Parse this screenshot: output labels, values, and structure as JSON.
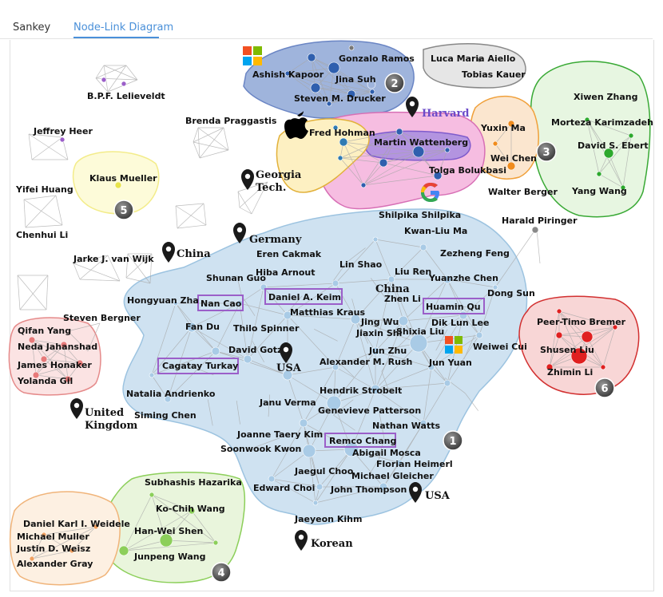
{
  "tabs": [
    {
      "label": "Sankey",
      "active": false
    },
    {
      "label": "Node-Link Diagram",
      "active": true
    }
  ],
  "colors": {
    "tab_active": "#4a90d9",
    "cluster_1": "#cfe2f1",
    "cluster_2": "#9fb4dc",
    "cluster_3": "#fbe6cf",
    "cluster_6": "#f8d6d6",
    "harvard": "#f6bde1",
    "purple_highlight": "#9b5fc9"
  },
  "clusters": [
    {
      "id": "main",
      "badge": "1",
      "color": "#cfe2f1",
      "stroke": "#9cc3e0"
    },
    {
      "id": "microsoft-research",
      "badge": "2",
      "color": "#9fb4dc",
      "stroke": "#6a85c4"
    },
    {
      "id": "xiwen-group",
      "badge": "3",
      "color": "#e7f6e1",
      "stroke": "#39a935"
    },
    {
      "id": "subhashis-group",
      "badge": "4",
      "color": "#e9f5dc",
      "stroke": "#8ccf5a"
    },
    {
      "id": "klaus-group",
      "badge": "5",
      "color": "#fdfbd9",
      "stroke": "#f3ec8a"
    },
    {
      "id": "peer-group",
      "badge": "6",
      "color": "#f8d6d6",
      "stroke": "#d23030"
    }
  ],
  "people": [
    "Gonzalo Ramos",
    "Ashish Kapoor",
    "Jina Suh",
    "Steven M. Drucker",
    "Luca Maria Aiello",
    "Tobias Kauer",
    "B.P.F. Lelieveldt",
    "Xiwen Zhang",
    "Morteza Karimzadeh",
    "David S. Ebert",
    "Yang Wang",
    "Yuxin Ma",
    "Wei Chen",
    "Brenda Praggastis",
    "Fred Hohman",
    "Martin Wattenberg",
    "Tolga Bolukbasi",
    "Jeffrey Heer",
    "Klaus Mueller",
    "Yifei Huang",
    "Chenhui Li",
    "Walter Berger",
    "Harald Piringer",
    "Shilpika Shilpika",
    "Kwan-Liu Ma",
    "Zezheng Feng",
    "Jarke J. van Wijk",
    "Eren Cakmak",
    "Lin Shao",
    "Liu Ren",
    "Yuanzhe Chen",
    "Shunan Guo",
    "Hiba Arnout",
    "Dong Sun",
    "Hongyuan Zha",
    "Nan Cao",
    "Daniel A. Keim",
    "Zhen Li",
    "Huamin Qu",
    "Matthias Kraus",
    "Dik Lun Lee",
    "Steven Bergner",
    "Fan Du",
    "Thilo Spinner",
    "Jing Wu",
    "Jiaxin Shi",
    "Shixia Liu",
    "Weiwei Cui",
    "Peer-Timo Bremer",
    "Qifan Yang",
    "David Gotz",
    "Jun Zhu",
    "Shusen Liu",
    "Neda Jahanshad",
    "Alexander M. Rush",
    "Jun Yuan",
    "Zhimin Li",
    "James Honaker",
    "Cagatay Turkay",
    "Yolanda Gil",
    "Hendrik Strobelt",
    "Natalia Andrienko",
    "Janu Verma",
    "Genevieve Patterson",
    "Siming Chen",
    "Nathan Watts",
    "Joanne Taery Kim",
    "Remco Chang",
    "Soonwook Kwon",
    "Abigail Mosca",
    "Florian Heimerl",
    "Jaegul Choo",
    "Michael Gleicher",
    "Subhashis Hazarika",
    "Edward Choi",
    "John Thompson",
    "Ko-Chih Wang",
    "Daniel Karl I. Weidele",
    "Han-Wei Shen",
    "Michael Muller",
    "Justin D. Weisz",
    "Jaeyeon Kihm",
    "Alexander Gray",
    "Junpeng Wang"
  ],
  "highlighted_people": [
    "Nan Cao",
    "Daniel A. Keim",
    "Huamin Qu",
    "Cagatay Turkay",
    "Remco Chang"
  ],
  "locations": [
    "Georgia Tech.",
    "Germany",
    "China",
    "China",
    "USA",
    "United Kingdom",
    "USA",
    "Korean"
  ],
  "institutions": [
    "Harvard",
    "Georgia Tech."
  ],
  "logos": [
    "microsoft-logo",
    "apple-logo",
    "google-logo"
  ]
}
